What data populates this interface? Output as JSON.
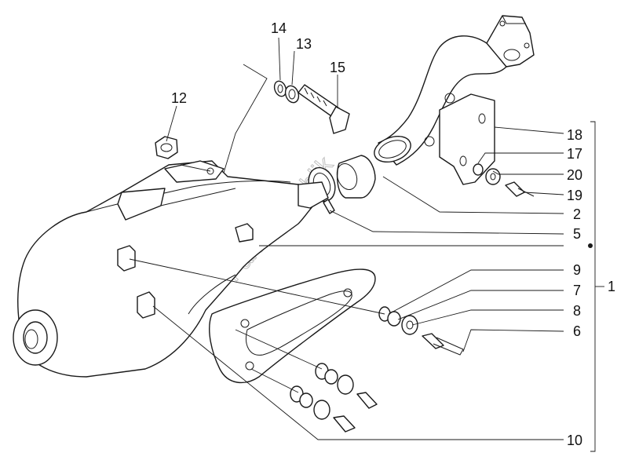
{
  "watermark": "Parts Republik",
  "callouts": {
    "c1": "1",
    "c2": "2",
    "c5": "5",
    "c6": "6",
    "c7": "7",
    "c8": "8",
    "c9": "9",
    "c10": "10",
    "c12": "12",
    "c13": "13",
    "c14": "14",
    "c15": "15",
    "c17": "17",
    "c18": "18",
    "c19": "19",
    "c20": "20"
  },
  "colors": {
    "line": "#1a1a1a",
    "watermark": "#c4c4c4",
    "background": "#ffffff"
  }
}
